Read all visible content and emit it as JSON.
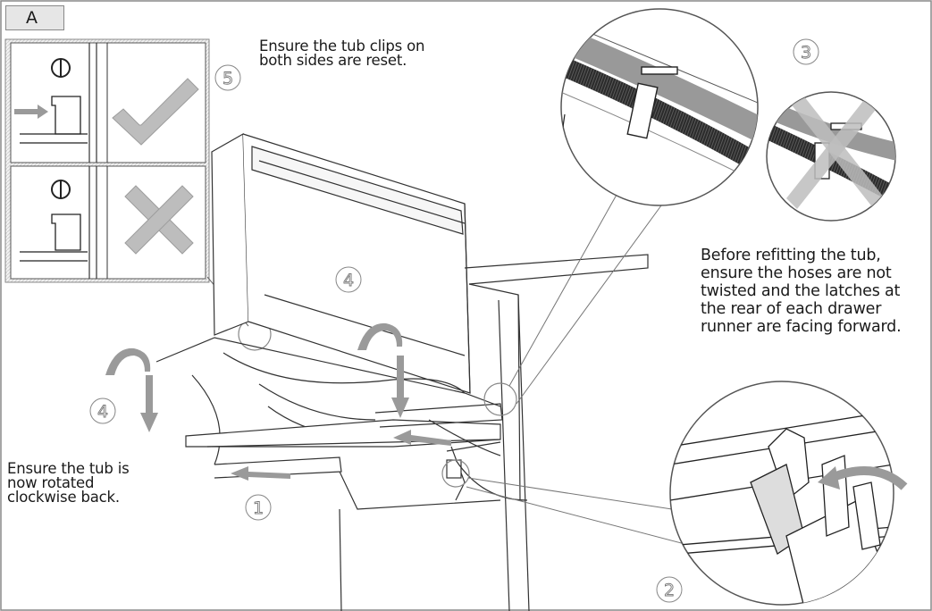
{
  "panel_label": "A",
  "step_labels": {
    "step1": "1",
    "step2": "2",
    "step3": "3",
    "step4_top": "4",
    "step4_left": "4",
    "step5": "5"
  },
  "captions": {
    "tub_clips": "Ensure the tub clips on\nboth sides are reset.",
    "hoses": "Before refitting the tub,\nensure the hoses are not\ntwisted and the latches at\nthe rear of each drawer\nrunner are facing forward.",
    "rotated": "Ensure the tub is\nnow rotated\nclockwise back."
  },
  "colors": {
    "line": "#333333",
    "arrow_gray": "#9a9a9a",
    "check_gray": "#bdbdbd",
    "hose_dark": "#2b2b2b",
    "frame_gray": "#888888"
  },
  "icons": [
    "checkmark-icon",
    "cross-icon",
    "arrow-icon",
    "rotate-arrow-icon"
  ]
}
